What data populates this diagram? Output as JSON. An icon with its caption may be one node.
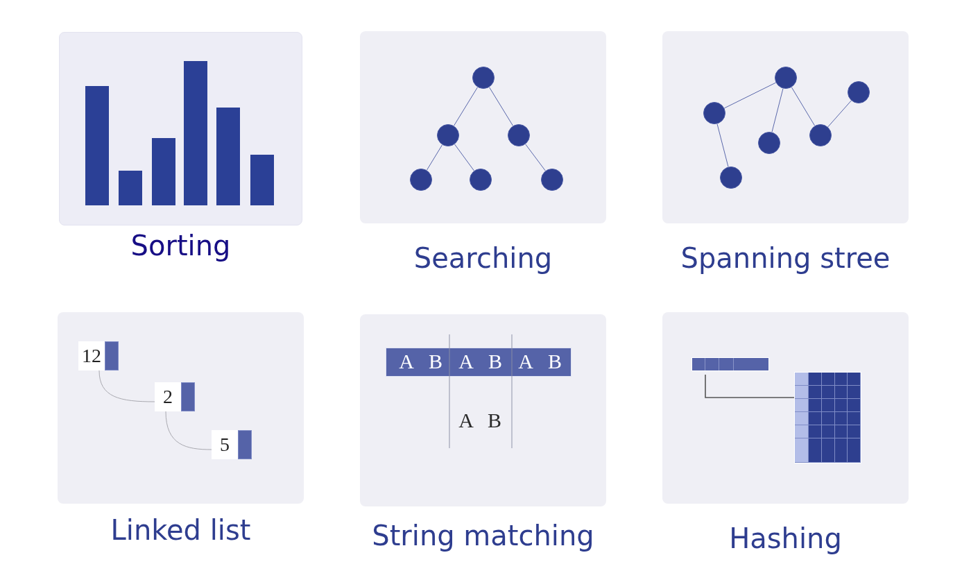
{
  "diagram": {
    "nodes": [
      {
        "text": [
          "Sorting"
        ]
      },
      {
        "text": [
          "Searching"
        ]
      },
      {
        "text": [],
        "shape": "circle",
        "in": 1
      },
      {
        "text": [],
        "shape": "circle",
        "in": 1
      },
      {
        "text": [],
        "shape": "circle",
        "in": 1
      },
      {
        "text": [],
        "shape": "circle",
        "in": 1
      },
      {
        "text": [],
        "shape": "circle",
        "in": 1
      },
      {
        "text": [],
        "shape": "circle",
        "in": 1
      },
      {
        "text": [
          "Spanning stree"
        ]
      },
      {
        "text": [],
        "shape": "circle",
        "in": 8
      },
      {
        "text": [],
        "shape": "circle",
        "in": 8
      },
      {
        "text": [],
        "shape": "circle",
        "in": 8
      },
      {
        "text": [],
        "shape": "circle",
        "in": 8
      },
      {
        "text": [],
        "shape": "circle",
        "in": 8
      },
      {
        "text": [],
        "shape": "circle",
        "in": 8
      },
      {
        "text": [
          "Linked list"
        ]
      },
      {
        "text": [
          "12"
        ],
        "in": 15
      },
      {
        "text": [
          "2"
        ],
        "in": 15
      },
      {
        "text": [
          "5"
        ],
        "in": 15
      },
      {
        "text": [
          "String matching"
        ]
      },
      {
        "text": [
          "Hashing"
        ]
      },
      {
        "text": [],
        "shape": "bar",
        "in": 20
      },
      {
        "text": [],
        "shape": "box",
        "in": 20
      }
    ],
    "edges": [
      {
        "from": 2,
        "to": 3,
        "arrow": "none"
      },
      {
        "from": 2,
        "to": 4,
        "arrow": "none"
      },
      {
        "from": 3,
        "to": 5,
        "arrow": "none"
      },
      {
        "from": 3,
        "to": 6,
        "arrow": "none"
      },
      {
        "from": 4,
        "to": 7,
        "arrow": "none"
      },
      {
        "from": 9,
        "to": 10,
        "arrow": "none"
      },
      {
        "from": 9,
        "to": 12,
        "arrow": "none"
      },
      {
        "from": 9,
        "to": 13,
        "arrow": "none"
      },
      {
        "from": 13,
        "to": 11,
        "arrow": "none"
      },
      {
        "from": 10,
        "to": 14,
        "arrow": "none"
      },
      {
        "from": 16,
        "to": 17,
        "arrow": "none",
        "color": "#a9a9b0"
      },
      {
        "from": 17,
        "to": 18,
        "arrow": "none",
        "color": "#a9a9b0"
      },
      {
        "from": 21,
        "to": 22,
        "arrow": "none",
        "color": "#555555"
      }
    ],
    "labels": [
      "A",
      "B",
      "A",
      "B",
      "A",
      "B",
      "A",
      "B"
    ]
  }
}
